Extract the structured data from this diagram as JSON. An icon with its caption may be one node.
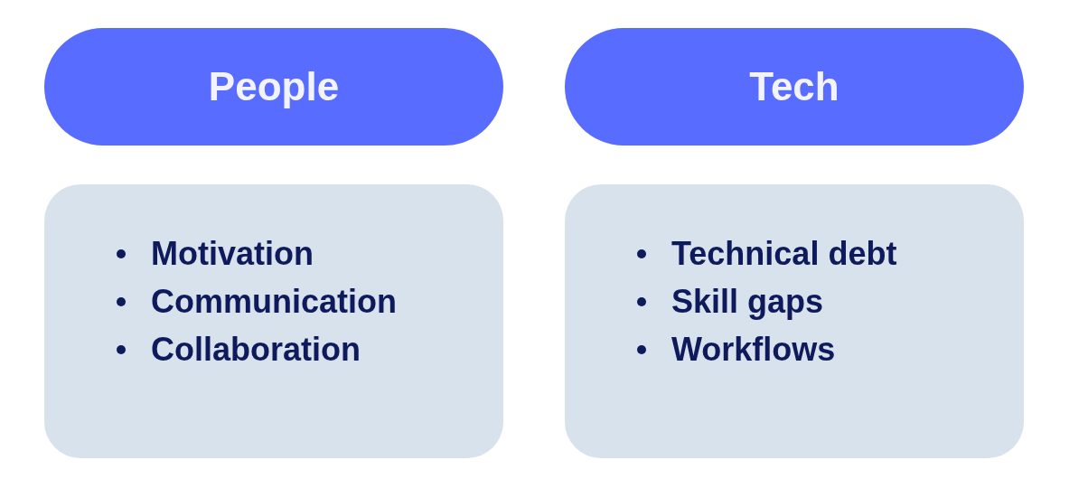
{
  "diagram": {
    "nodes": [
      {
        "text": [
          "People"
        ]
      },
      {
        "text": [
          "Tech"
        ]
      },
      {
        "text": [
          "Motivation",
          "Communication",
          "Collaboration"
        ]
      },
      {
        "text": [
          "Technical debt",
          "Skill gaps",
          "Workflows"
        ]
      }
    ]
  }
}
